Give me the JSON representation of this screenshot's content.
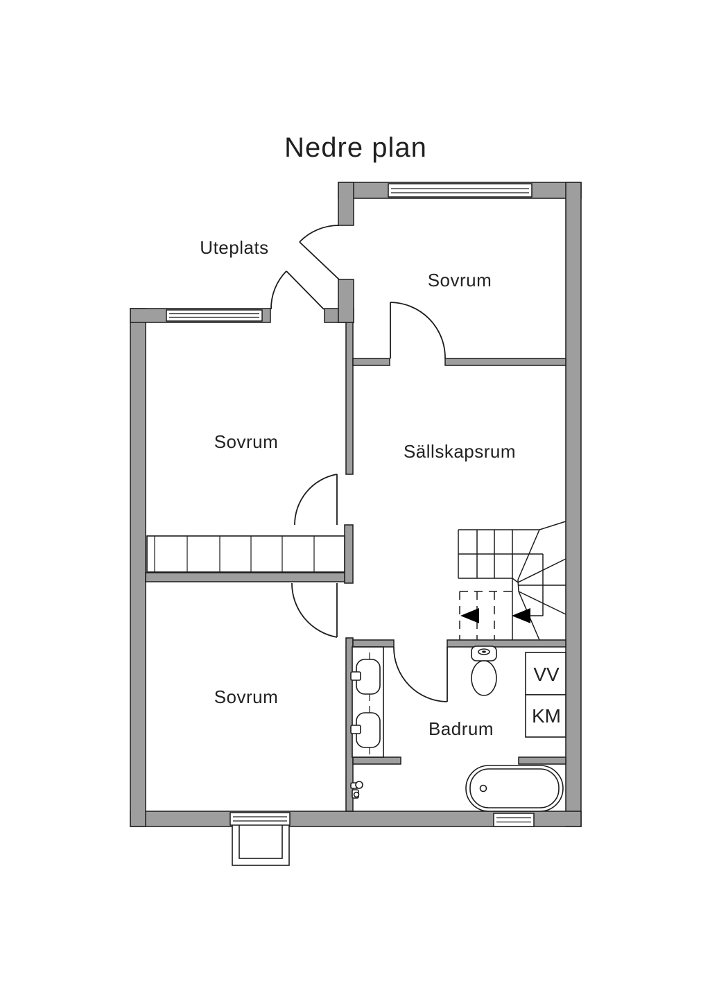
{
  "title": "Nedre plan",
  "floor_plan": {
    "labels": {
      "uteplats": "Uteplats",
      "sovrum_top": "Sovrum",
      "sovrum_middle": "Sovrum",
      "sovrum_bottom": "Sovrum",
      "sallskapsrum": "Sällskapsrum",
      "badrum": "Badrum",
      "vv": "VV",
      "km": "KM"
    }
  },
  "colors": {
    "wall_fill": "#9e9e9e",
    "line": "#1c1c1c",
    "text": "#222222",
    "background": "#ffffff"
  }
}
